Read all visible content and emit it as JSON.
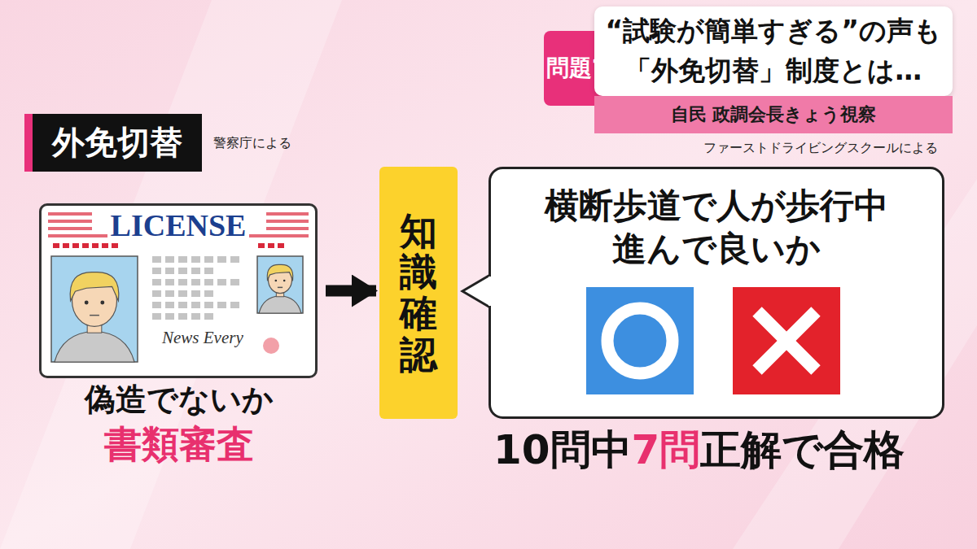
{
  "diagram": {
    "nodes": [
      {
        "text": [
          "問題?"
        ]
      },
      {
        "text": [
          "“試験が簡単すぎる”の声も",
          "「外免切替」制度とは…"
        ]
      },
      {
        "text": [
          "自民 政調会長きょう視察"
        ]
      },
      {
        "text": [
          "外免切替"
        ]
      },
      {
        "text": [
          "LICENSE",
          "News Every"
        ]
      },
      {
        "text": [
          "知識確認"
        ]
      },
      {
        "text": [
          "横断歩道で人が歩行中 進んで良いか"
        ]
      }
    ],
    "edges": [
      {
        "from": 4,
        "to": 5,
        "arrow": "to"
      }
    ],
    "labels": [
      "警察庁による",
      "偽造でないか",
      "書類審査",
      "ファーストドライビングスクールによる",
      "10問中",
      "7問",
      "正解で合格"
    ]
  }
}
